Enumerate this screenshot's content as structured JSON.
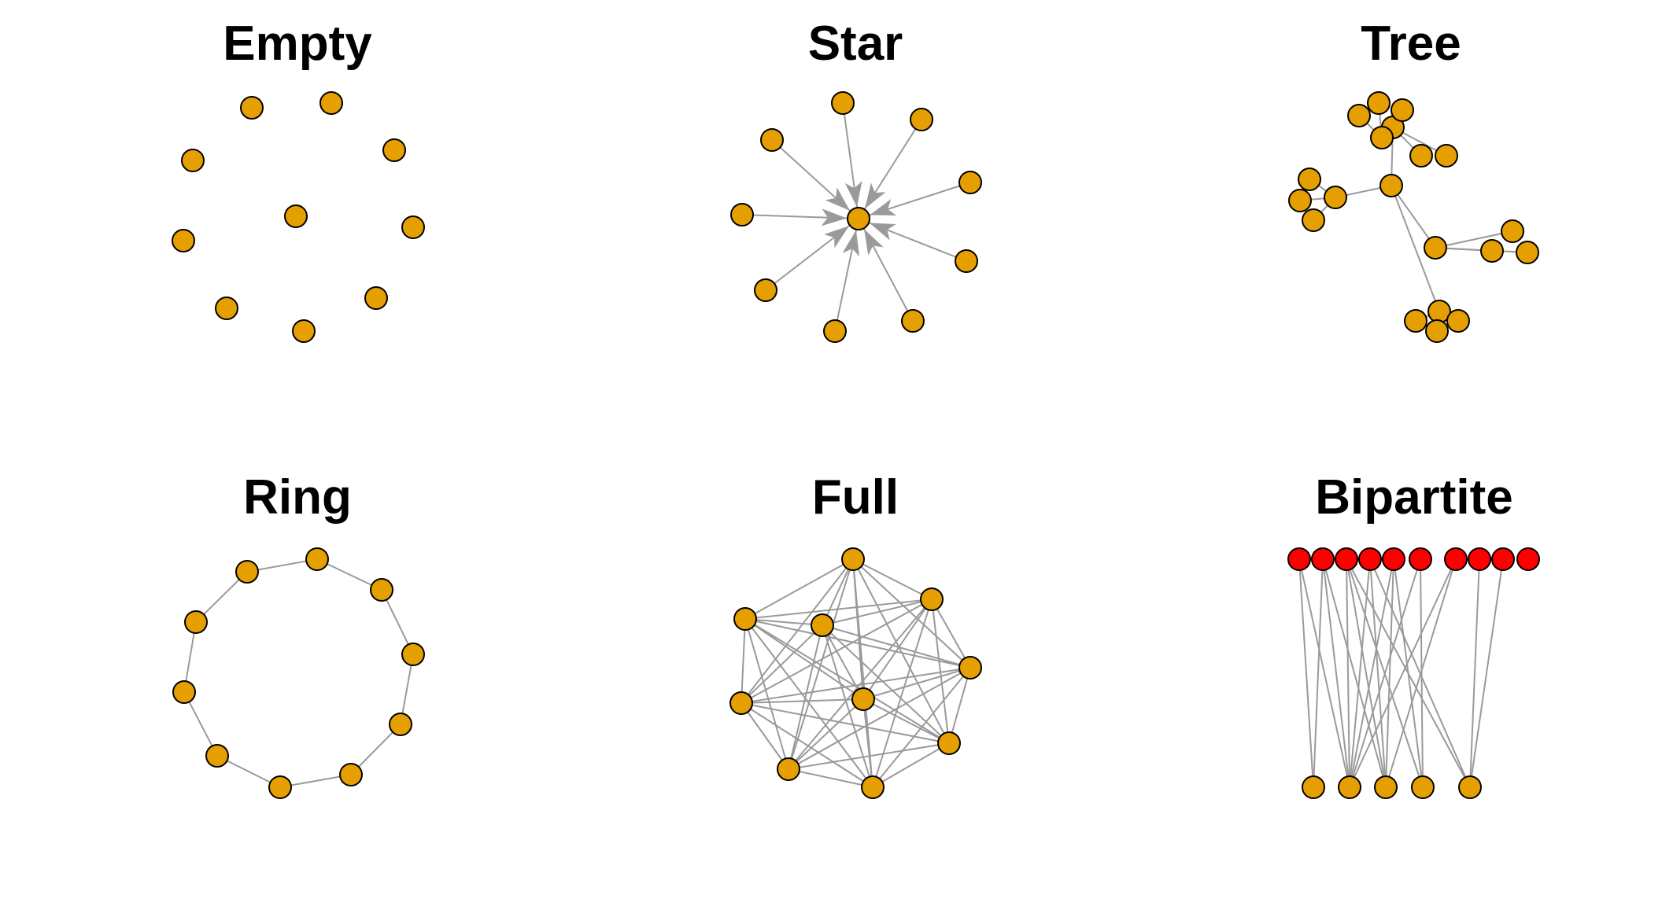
{
  "colors": {
    "node_fill": "#E69F00",
    "node_fill_secondary": "#FF0000",
    "node_stroke": "#000000",
    "edge": "#9A9A9A",
    "background": "#FFFFFF"
  },
  "panels": [
    {
      "title": "Empty",
      "type": "empty",
      "nodes": [
        {
          "id": "e1"
        },
        {
          "id": "e2"
        },
        {
          "id": "e3"
        },
        {
          "id": "e4"
        },
        {
          "id": "e5"
        },
        {
          "id": "e6"
        },
        {
          "id": "e7"
        },
        {
          "id": "e8"
        },
        {
          "id": "e9"
        },
        {
          "id": "e10"
        }
      ],
      "edges": []
    },
    {
      "title": "Star",
      "type": "star",
      "directed": true,
      "center": "s0",
      "nodes": [
        {
          "id": "s0"
        },
        {
          "id": "s1"
        },
        {
          "id": "s2"
        },
        {
          "id": "s3"
        },
        {
          "id": "s4"
        },
        {
          "id": "s5"
        },
        {
          "id": "s6"
        },
        {
          "id": "s7"
        },
        {
          "id": "s8"
        },
        {
          "id": "s9"
        }
      ],
      "edges": [
        [
          "s1",
          "s0"
        ],
        [
          "s2",
          "s0"
        ],
        [
          "s3",
          "s0"
        ],
        [
          "s4",
          "s0"
        ],
        [
          "s5",
          "s0"
        ],
        [
          "s6",
          "s0"
        ],
        [
          "s7",
          "s0"
        ],
        [
          "s8",
          "s0"
        ],
        [
          "s9",
          "s0"
        ]
      ]
    },
    {
      "title": "Tree",
      "type": "tree",
      "nodes": [
        {
          "id": "t1"
        },
        {
          "id": "t2"
        },
        {
          "id": "t3"
        },
        {
          "id": "t4"
        },
        {
          "id": "t5"
        },
        {
          "id": "t6"
        },
        {
          "id": "t7"
        },
        {
          "id": "t8"
        },
        {
          "id": "t9"
        },
        {
          "id": "t10"
        },
        {
          "id": "t11"
        },
        {
          "id": "t12"
        },
        {
          "id": "t13"
        },
        {
          "id": "t14"
        },
        {
          "id": "t15"
        },
        {
          "id": "t16"
        },
        {
          "id": "t17"
        },
        {
          "id": "t18"
        },
        {
          "id": "t19"
        },
        {
          "id": "t20"
        }
      ],
      "edges": [
        [
          "t1",
          "t2"
        ],
        [
          "t1",
          "t3"
        ],
        [
          "t1",
          "t4"
        ],
        [
          "t1",
          "t5"
        ],
        [
          "t2",
          "t6"
        ],
        [
          "t2",
          "t7"
        ],
        [
          "t2",
          "t8"
        ],
        [
          "t3",
          "t9"
        ],
        [
          "t3",
          "t10"
        ],
        [
          "t3",
          "t11"
        ],
        [
          "t4",
          "t12"
        ],
        [
          "t4",
          "t13"
        ],
        [
          "t4",
          "t14"
        ],
        [
          "t5",
          "t15"
        ],
        [
          "t5",
          "t16"
        ],
        [
          "t5",
          "t17"
        ],
        [
          "t6",
          "t18"
        ],
        [
          "t6",
          "t19"
        ],
        [
          "t6",
          "t20"
        ]
      ]
    },
    {
      "title": "Ring",
      "type": "ring",
      "nodes": [
        {
          "id": "r1"
        },
        {
          "id": "r2"
        },
        {
          "id": "r3"
        },
        {
          "id": "r4"
        },
        {
          "id": "r5"
        },
        {
          "id": "r6"
        },
        {
          "id": "r7"
        },
        {
          "id": "r8"
        },
        {
          "id": "r9"
        },
        {
          "id": "r10"
        }
      ],
      "edges": [
        [
          "r1",
          "r2"
        ],
        [
          "r2",
          "r3"
        ],
        [
          "r3",
          "r4"
        ],
        [
          "r4",
          "r5"
        ],
        [
          "r5",
          "r6"
        ],
        [
          "r6",
          "r7"
        ],
        [
          "r7",
          "r8"
        ],
        [
          "r8",
          "r9"
        ],
        [
          "r9",
          "r10"
        ],
        [
          "r10",
          "r1"
        ]
      ]
    },
    {
      "title": "Full",
      "type": "full",
      "nodes": [
        {
          "id": "f1"
        },
        {
          "id": "f2"
        },
        {
          "id": "f3"
        },
        {
          "id": "f4"
        },
        {
          "id": "f5"
        },
        {
          "id": "f6"
        },
        {
          "id": "f7"
        },
        {
          "id": "f8"
        },
        {
          "id": "f9"
        },
        {
          "id": "f10"
        }
      ],
      "edges": "all-pairs"
    },
    {
      "title": "Bipartite",
      "type": "bipartite",
      "nodes": [
        {
          "id": "a1",
          "group": "top"
        },
        {
          "id": "a2",
          "group": "top"
        },
        {
          "id": "a3",
          "group": "top"
        },
        {
          "id": "a4",
          "group": "top"
        },
        {
          "id": "a5",
          "group": "top"
        },
        {
          "id": "a6",
          "group": "top"
        },
        {
          "id": "a7",
          "group": "top"
        },
        {
          "id": "a8",
          "group": "top"
        },
        {
          "id": "a9",
          "group": "top"
        },
        {
          "id": "a10",
          "group": "top"
        },
        {
          "id": "b1",
          "group": "bottom"
        },
        {
          "id": "b2",
          "group": "bottom"
        },
        {
          "id": "b3",
          "group": "bottom"
        },
        {
          "id": "b4",
          "group": "bottom"
        },
        {
          "id": "b5",
          "group": "bottom"
        }
      ],
      "edges": [
        [
          "a1",
          "b1"
        ],
        [
          "a1",
          "b2"
        ],
        [
          "a2",
          "b1"
        ],
        [
          "a2",
          "b2"
        ],
        [
          "a2",
          "b3"
        ],
        [
          "a3",
          "b2"
        ],
        [
          "a3",
          "b3"
        ],
        [
          "a3",
          "b4"
        ],
        [
          "a3",
          "b5"
        ],
        [
          "a4",
          "b2"
        ],
        [
          "a4",
          "b3"
        ],
        [
          "a4",
          "b5"
        ],
        [
          "a5",
          "b2"
        ],
        [
          "a5",
          "b3"
        ],
        [
          "a5",
          "b4"
        ],
        [
          "a6",
          "b2"
        ],
        [
          "a6",
          "b4"
        ],
        [
          "a7",
          "b2"
        ],
        [
          "a7",
          "b3"
        ],
        [
          "a8",
          "b5"
        ],
        [
          "a9",
          "b5"
        ]
      ]
    }
  ]
}
